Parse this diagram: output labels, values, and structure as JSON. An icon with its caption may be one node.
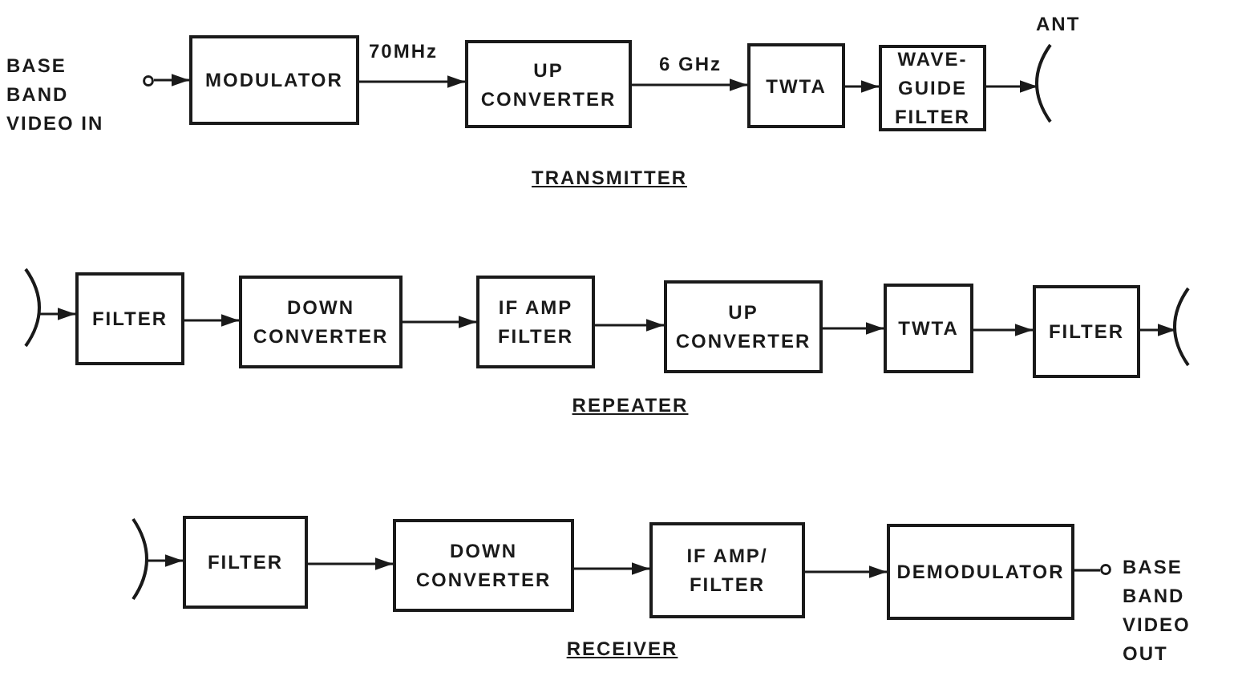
{
  "diagram": {
    "nodes": [
      {
        "text": [],
        "shape": "circle",
        "beside": [
          "BASE BAND VIDEO IN"
        ]
      },
      {
        "text": [
          "MODULATOR"
        ]
      },
      {
        "text": [
          "UP CONVERTER"
        ]
      },
      {
        "text": [
          "TWTA"
        ]
      },
      {
        "text": [
          "WAVE-GUIDE FILTER"
        ]
      },
      {
        "text": [],
        "shape": "antenna",
        "beside": [
          "ANT"
        ]
      },
      {
        "text": [],
        "shape": "antenna"
      },
      {
        "text": [
          "FILTER"
        ]
      },
      {
        "text": [
          "DOWN CONVERTER"
        ]
      },
      {
        "text": [
          "IF AMP FILTER"
        ]
      },
      {
        "text": [
          "UP CONVERTER"
        ]
      },
      {
        "text": [
          "TWTA"
        ]
      },
      {
        "text": [
          "FILTER"
        ]
      },
      {
        "text": [],
        "shape": "antenna"
      },
      {
        "text": [],
        "shape": "antenna"
      },
      {
        "text": [
          "FILTER"
        ]
      },
      {
        "text": [
          "DOWN CONVERTER"
        ]
      },
      {
        "text": [
          "IF AMP/ FILTER"
        ]
      },
      {
        "text": [
          "DEMODULATOR"
        ]
      },
      {
        "text": [],
        "shape": "circle",
        "beside": [
          "BASE BAND VIDEO OUT"
        ]
      }
    ],
    "edges": [
      {
        "from": 0,
        "to": 1,
        "arrow": "to"
      },
      {
        "from": 1,
        "to": 2,
        "arrow": "to",
        "label": "70MHz"
      },
      {
        "from": 2,
        "to": 3,
        "arrow": "to",
        "label": "6 GHz"
      },
      {
        "from": 3,
        "to": 4,
        "arrow": "to"
      },
      {
        "from": 4,
        "to": 5,
        "arrow": "to"
      },
      {
        "from": 6,
        "to": 7,
        "arrow": "to"
      },
      {
        "from": 7,
        "to": 8,
        "arrow": "to"
      },
      {
        "from": 8,
        "to": 9,
        "arrow": "to"
      },
      {
        "from": 9,
        "to": 10,
        "arrow": "to"
      },
      {
        "from": 10,
        "to": 11,
        "arrow": "to"
      },
      {
        "from": 11,
        "to": 12,
        "arrow": "to"
      },
      {
        "from": 12,
        "to": 13,
        "arrow": "to"
      },
      {
        "from": 14,
        "to": 15,
        "arrow": "to"
      },
      {
        "from": 15,
        "to": 16,
        "arrow": "to"
      },
      {
        "from": 16,
        "to": 17,
        "arrow": "to"
      },
      {
        "from": 17,
        "to": 18,
        "arrow": "to"
      },
      {
        "from": 18,
        "to": 19,
        "arrow": "none"
      }
    ],
    "labels": [
      "TRANSMITTER",
      "REPEATER",
      "RECEIVER"
    ]
  }
}
